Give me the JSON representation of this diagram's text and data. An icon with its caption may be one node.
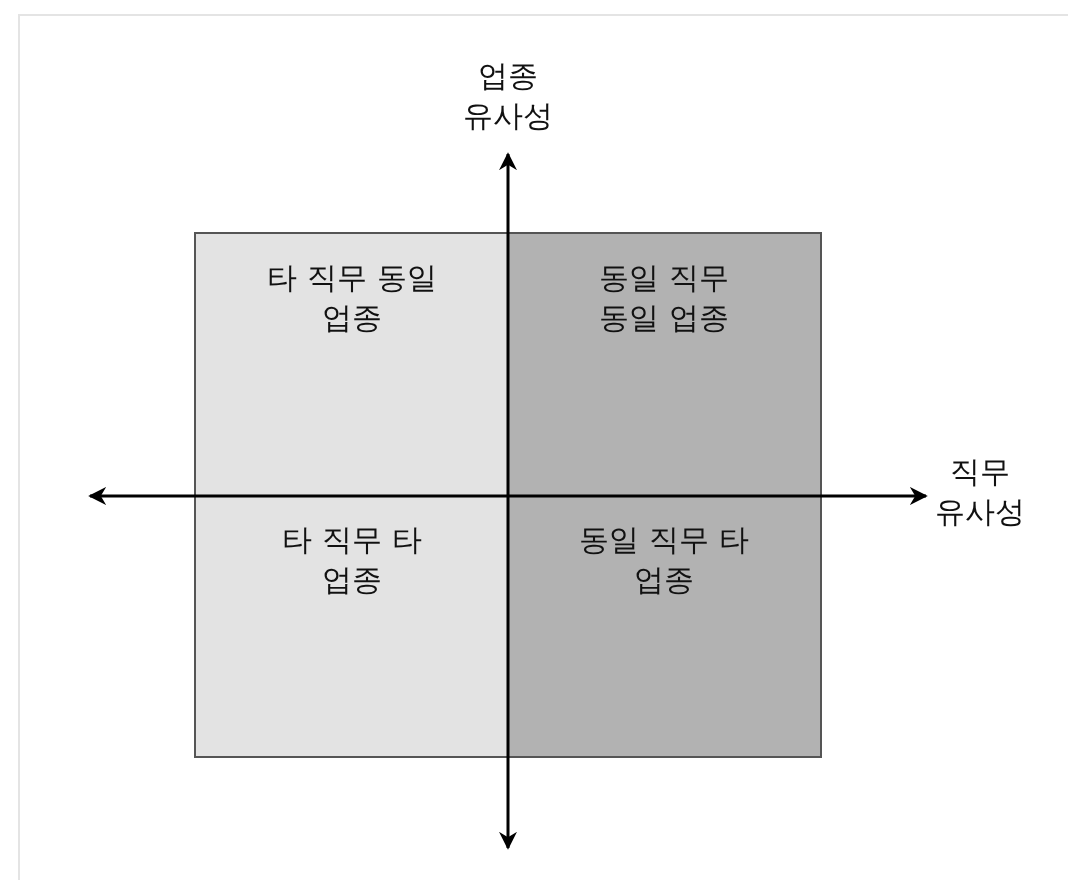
{
  "diagram": {
    "nodes": [
      {
        "text": [
          "타 직무 동일 업종"
        ]
      },
      {
        "text": [
          "동일 직무 동일 업종"
        ]
      },
      {
        "text": [
          "타 직무 타 업종"
        ]
      },
      {
        "text": [
          "동일 직무 타 업종"
        ]
      }
    ],
    "labels": [
      "업종 유사성",
      "직무 유사성"
    ]
  }
}
